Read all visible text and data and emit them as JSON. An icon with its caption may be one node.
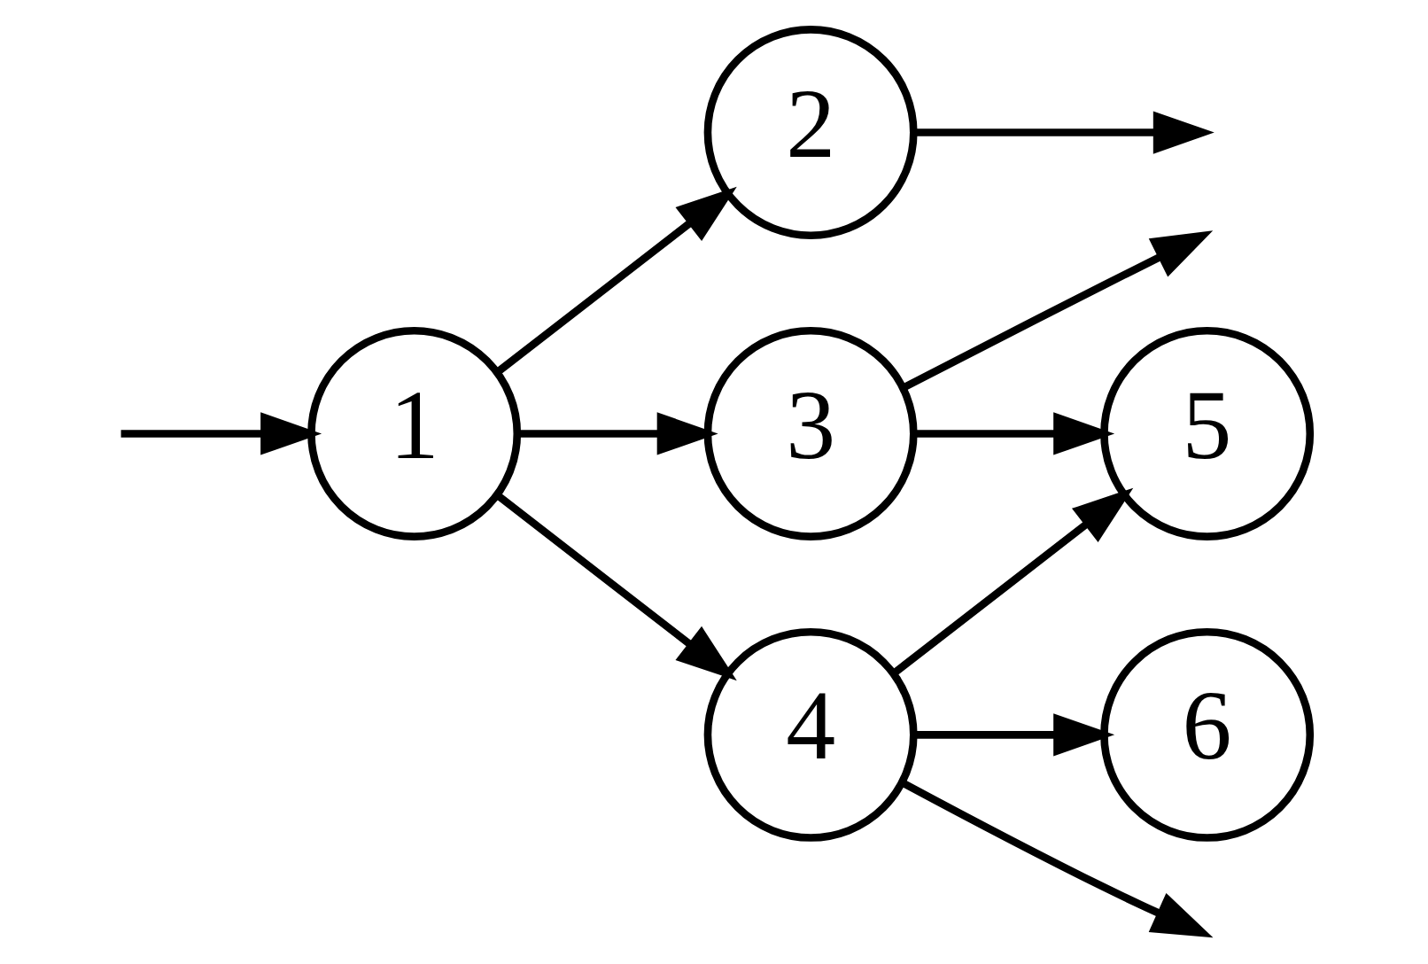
{
  "diagram": {
    "nodes": [
      {
        "text": [
          "1"
        ]
      },
      {
        "text": [
          "2"
        ]
      },
      {
        "text": [
          "3"
        ]
      },
      {
        "text": [
          "4"
        ]
      },
      {
        "text": [
          "5"
        ]
      },
      {
        "text": [
          "6"
        ]
      }
    ],
    "edges": [
      {
        "from": null,
        "to": 0,
        "arrow": "to"
      },
      {
        "from": 0,
        "to": 1,
        "arrow": "to"
      },
      {
        "from": 0,
        "to": 2,
        "arrow": "to"
      },
      {
        "from": 0,
        "to": 3,
        "arrow": "to"
      },
      {
        "from": 1,
        "to": null,
        "arrow": "to"
      },
      {
        "from": 2,
        "to": null,
        "arrow": "to"
      },
      {
        "from": 2,
        "to": 4,
        "arrow": "to"
      },
      {
        "from": 3,
        "to": 4,
        "arrow": "to"
      },
      {
        "from": 3,
        "to": 5,
        "arrow": "to"
      },
      {
        "from": 3,
        "to": null,
        "arrow": "to"
      }
    ]
  }
}
